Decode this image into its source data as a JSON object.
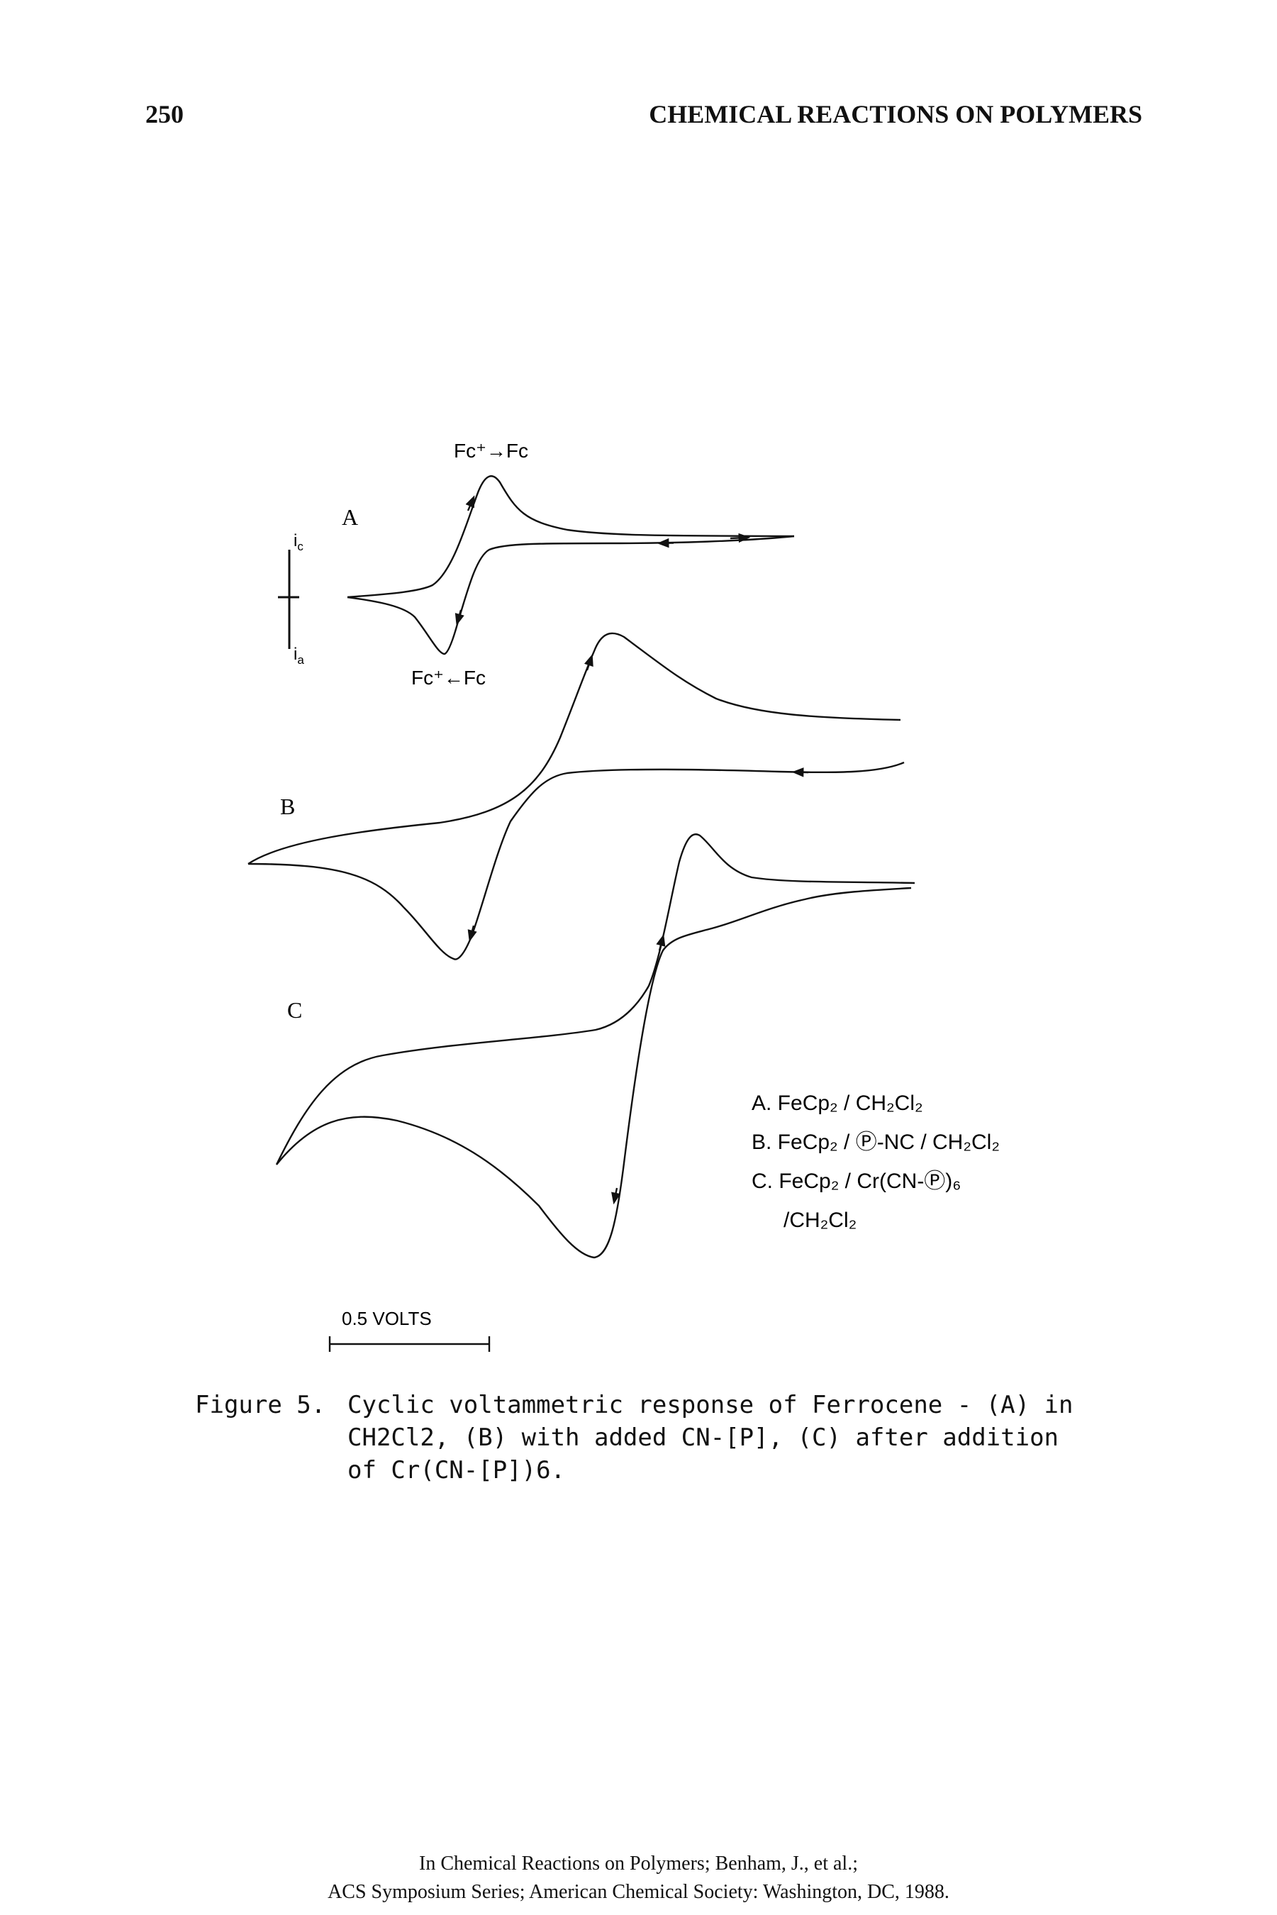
{
  "header": {
    "page_number": "250",
    "running_title": "CHEMICAL REACTIONS ON POLYMERS"
  },
  "figure": {
    "current_axis": {
      "top_label": "i",
      "top_sub": "c",
      "bottom_label": "i",
      "bottom_sub": "a"
    },
    "annotation_top": "Fc⁺→Fc",
    "annotation_bottom": "Fc⁺←Fc",
    "panel_labels": [
      "A",
      "B",
      "C"
    ],
    "legend": [
      "A. FeCp₂ / CH₂Cl₂",
      "B. FeCp₂ / Ⓟ-NC / CH₂Cl₂",
      "C. FeCp₂ / Cr(CN-Ⓟ)₆",
      "/CH₂Cl₂"
    ],
    "scale_bar_label": "0.5 VOLTS"
  },
  "caption": {
    "label": "Figure 5.",
    "text": "Cyclic voltammetric response of Ferrocene - (A) in CH2Cl2, (B) with added CN-[P], (C) after addition of Cr(CN-[P])6."
  },
  "footer": {
    "line1": "In Chemical Reactions on Polymers; Benham, J., et al.;",
    "line2": "ACS Symposium Series; American Chemical Society: Washington, DC, 1988."
  }
}
